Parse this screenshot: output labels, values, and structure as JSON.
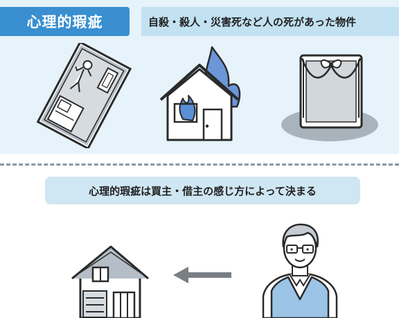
{
  "header": {
    "title": "心理的瑕疵",
    "definition": "自殺・殺人・災害死など人の死があった物件"
  },
  "section": {
    "subtitle": "心理的瑕疵は買主・借主の感じ方によって決まる"
  },
  "icons": {
    "floorplan": "floorplan-body-outline-icon",
    "fire": "burning-house-icon",
    "memorial": "memorial-portrait-icon",
    "house": "house-icon",
    "arrow": "arrow-left-icon",
    "person": "man-with-glasses-icon"
  },
  "colors": {
    "accent": "#3a8fd0",
    "band": "#c2e1f1",
    "panel": "#e6f3fa",
    "flame": "#5b8fd6"
  }
}
